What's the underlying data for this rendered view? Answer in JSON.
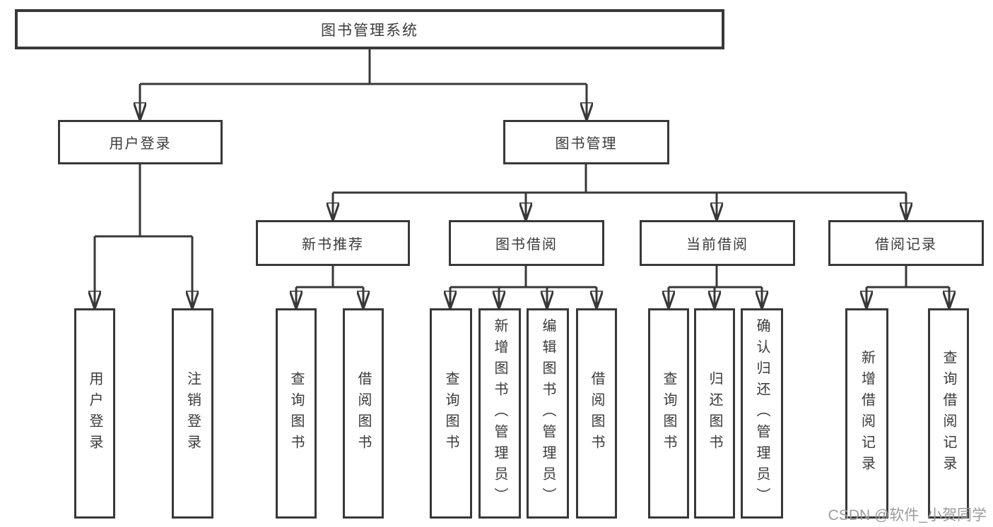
{
  "colors": {
    "background": "#ffffff",
    "line": "#383838",
    "box_border": "#383838",
    "text": "#3a3a3a",
    "watermark": "#9b9b9b"
  },
  "root": {
    "label": "图书管理系统"
  },
  "level2": {
    "user_login": "用户登录",
    "book_management": "图书管理"
  },
  "level3": {
    "new_book_recommend": "新书推荐",
    "book_borrow": "图书借阅",
    "current_borrow": "当前借阅",
    "borrow_records": "借阅记录"
  },
  "leaves": {
    "user_login": [
      "用户登录",
      "注销登录"
    ],
    "new_book_recommend": [
      "查询图书",
      "借阅图书"
    ],
    "book_borrow": [
      "查询图书",
      "新增图书（管理员）",
      "编辑图书（管理员）",
      "借阅图书"
    ],
    "current_borrow": [
      "查询图书",
      "归还图书",
      "确认归还（管理员）"
    ],
    "borrow_records": [
      "新增借阅记录",
      "查询借阅记录"
    ]
  },
  "watermark": "CSDN @软件_小贺同学"
}
